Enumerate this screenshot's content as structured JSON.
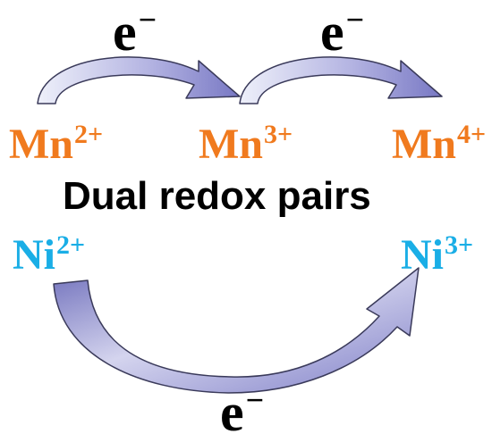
{
  "title": "Dual redox pairs",
  "electron": {
    "base": "e",
    "charge": "−"
  },
  "ions": {
    "mn2": {
      "symbol": "Mn",
      "charge": "2+"
    },
    "mn3": {
      "symbol": "Mn",
      "charge": "3+"
    },
    "mn4": {
      "symbol": "Mn",
      "charge": "4+"
    },
    "ni2": {
      "symbol": "Ni",
      "charge": "2+"
    },
    "ni3": {
      "symbol": "Ni",
      "charge": "3+"
    }
  },
  "colors": {
    "mn": "#f07a1e",
    "ni": "#1aaee6",
    "arrow_light": "#e4e4f4",
    "arrow_mid": "#a8a8dc",
    "arrow_dark": "#6e6eb8",
    "arrow_outline": "#3a3a5a"
  }
}
